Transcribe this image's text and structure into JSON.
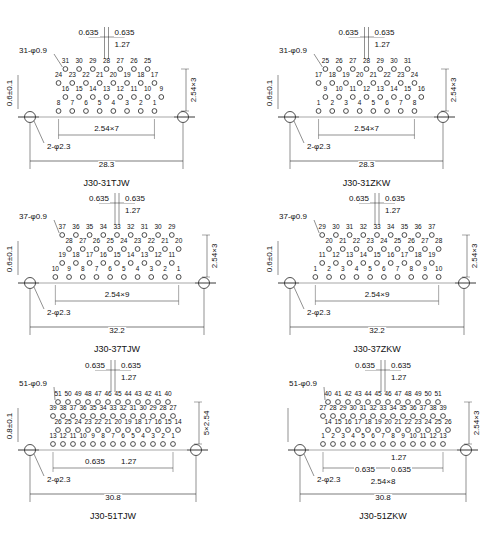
{
  "diagram": {
    "labels": [
      "0.635",
      "0.635",
      "1.27",
      "31-φ0.9",
      "0.6±0.1",
      "2.54×3",
      "2.54×7",
      "2-φ2.3",
      "28.3",
      "J30-31TJW",
      "1",
      "2",
      "3",
      "4",
      "5",
      "6",
      "7",
      "8",
      "9",
      "10",
      "11",
      "12",
      "13",
      "14",
      "15",
      "16",
      "17",
      "18",
      "19",
      "20",
      "21",
      "22",
      "23",
      "24",
      "25",
      "26",
      "27",
      "28",
      "29",
      "30",
      "31",
      "0.635",
      "0.635",
      "1.27",
      "31-φ0.9",
      "0.6±0.1",
      "2.54×3",
      "2.54×7",
      "2-φ2.3",
      "28.3",
      "J30-31ZKW",
      "1",
      "2",
      "3",
      "4",
      "5",
      "6",
      "7",
      "8",
      "9",
      "10",
      "11",
      "12",
      "13",
      "14",
      "15",
      "16",
      "17",
      "18",
      "19",
      "20",
      "21",
      "22",
      "23",
      "24",
      "25",
      "26",
      "27",
      "28",
      "29",
      "30",
      "31",
      "0.635",
      "0.635",
      "1.27",
      "37-φ0.9",
      "0.6±0.1",
      "2.54×3",
      "2.54×9",
      "2-φ2.3",
      "32.2",
      "J30-37TJW",
      "1",
      "2",
      "3",
      "4",
      "5",
      "6",
      "7",
      "8",
      "9",
      "10",
      "11",
      "12",
      "13",
      "14",
      "15",
      "16",
      "17",
      "18",
      "19",
      "20",
      "21",
      "22",
      "23",
      "24",
      "25",
      "26",
      "27",
      "28",
      "29",
      "30",
      "31",
      "32",
      "33",
      "34",
      "35",
      "36",
      "37",
      "0.635",
      "0.635",
      "1.27",
      "37-φ0.9",
      "0.6±0.1",
      "2.54×3",
      "2.54×9",
      "2-φ2.3",
      "32.2",
      "J30-37ZKW",
      "1",
      "2",
      "3",
      "4",
      "5",
      "6",
      "7",
      "8",
      "9",
      "10",
      "11",
      "12",
      "13",
      "14",
      "15",
      "16",
      "17",
      "18",
      "19",
      "20",
      "21",
      "22",
      "23",
      "24",
      "25",
      "26",
      "27",
      "28",
      "29",
      "30",
      "31",
      "32",
      "33",
      "34",
      "35",
      "36",
      "37",
      "0.635",
      "0.635",
      "1.27",
      "51-φ0.9",
      "0.8±0.1",
      "5×2.54",
      "0.635",
      "1.27",
      "2-φ2.3",
      "30.8",
      "J30-51TJW",
      "1",
      "2",
      "3",
      "4",
      "5",
      "6",
      "7",
      "8",
      "9",
      "10",
      "11",
      "12",
      "13",
      "14",
      "15",
      "16",
      "17",
      "18",
      "19",
      "20",
      "21",
      "22",
      "23",
      "24",
      "25",
      "26",
      "27",
      "28",
      "29",
      "30",
      "31",
      "32",
      "33",
      "34",
      "35",
      "36",
      "37",
      "38",
      "39",
      "40",
      "41",
      "42",
      "43",
      "44",
      "45",
      "46",
      "47",
      "48",
      "49",
      "50",
      "51",
      "0.635",
      "0.635",
      "1.27",
      "51-φ0.9",
      "2-φ2.3",
      "2.54×3",
      "1.27",
      "0.635",
      "0.635",
      "2.54×8",
      "30.8",
      "J30-51ZKW",
      "1",
      "2",
      "3",
      "4",
      "5",
      "6",
      "7",
      "8",
      "9",
      "10",
      "11",
      "12",
      "13",
      "14",
      "15",
      "16",
      "17",
      "18",
      "19",
      "20",
      "21",
      "22",
      "23",
      "24",
      "25",
      "26",
      "27",
      "28",
      "29",
      "30",
      "31",
      "32",
      "33",
      "34",
      "35",
      "36",
      "37",
      "38",
      "39",
      "40",
      "41",
      "42",
      "43",
      "44",
      "45",
      "46",
      "47",
      "48",
      "49",
      "50",
      "51"
    ]
  }
}
